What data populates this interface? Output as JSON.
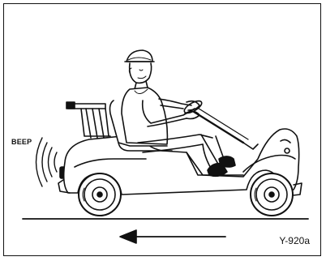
{
  "figure": {
    "sound_label": "BEEP",
    "figure_id": "Y-920a",
    "direction": "reverse",
    "subject": "golf-car-reversing-with-warning-beeper"
  },
  "colors": {
    "ink": "#111111",
    "background": "#ffffff"
  }
}
